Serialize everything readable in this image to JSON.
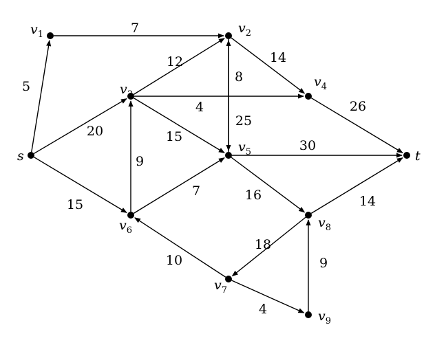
{
  "graph": {
    "nodes": [
      {
        "id": "s",
        "name": "s",
        "sub": ""
      },
      {
        "id": "v1",
        "name": "v",
        "sub": "1"
      },
      {
        "id": "v2",
        "name": "v",
        "sub": "2"
      },
      {
        "id": "v3",
        "name": "v",
        "sub": "3"
      },
      {
        "id": "v4",
        "name": "v",
        "sub": "4"
      },
      {
        "id": "v5",
        "name": "v",
        "sub": "5"
      },
      {
        "id": "v6",
        "name": "v",
        "sub": "6"
      },
      {
        "id": "v7",
        "name": "v",
        "sub": "7"
      },
      {
        "id": "v8",
        "name": "v",
        "sub": "8"
      },
      {
        "id": "v9",
        "name": "v",
        "sub": "9"
      },
      {
        "id": "t",
        "name": "t",
        "sub": ""
      }
    ],
    "edges": [
      {
        "from": "s",
        "to": "v1",
        "weight": "5"
      },
      {
        "from": "s",
        "to": "v3",
        "weight": "20"
      },
      {
        "from": "s",
        "to": "v6",
        "weight": "15"
      },
      {
        "from": "v1",
        "to": "v2",
        "weight": "7"
      },
      {
        "from": "v3",
        "to": "v2",
        "weight": "12"
      },
      {
        "from": "v2",
        "to": "v5",
        "weight": "8"
      },
      {
        "from": "v2",
        "to": "v4",
        "weight": "14"
      },
      {
        "from": "v3",
        "to": "v4",
        "weight": "4"
      },
      {
        "from": "v3",
        "to": "v5",
        "weight": "15"
      },
      {
        "from": "v6",
        "to": "v3",
        "weight": "9"
      },
      {
        "from": "v4",
        "to": "t",
        "weight": "26"
      },
      {
        "from": "v5",
        "to": "t",
        "weight": "30"
      },
      {
        "from": "v5",
        "to": "v8",
        "weight": "16"
      },
      {
        "from": "v6",
        "to": "v5",
        "weight": "7"
      },
      {
        "from": "v7",
        "to": "v6",
        "weight": "10"
      },
      {
        "from": "v8",
        "to": "t",
        "weight": "14"
      },
      {
        "from": "v8",
        "to": "v7",
        "weight": "18"
      },
      {
        "from": "v7",
        "to": "v9",
        "weight": "4"
      },
      {
        "from": "v9",
        "to": "v8",
        "weight": "9"
      },
      {
        "from": "v5",
        "to": "v2",
        "weight": "25"
      }
    ]
  }
}
